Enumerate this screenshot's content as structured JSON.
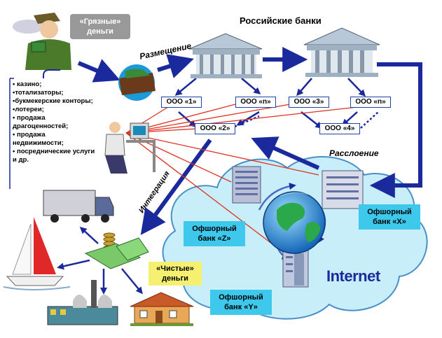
{
  "title": "Российские банки",
  "dirty_money": "«Грязные» деньги",
  "clean_money": "«Чистые» деньги",
  "placement_label": "Размещение",
  "layering_label": "Расслоение",
  "integration_label": "Интеграция",
  "internet_label": "Internet",
  "sources": [
    "• казино;",
    "•тотализаторы;",
    "•букмекерские конторы;",
    "•лотереи;",
    "• продажа драгоценностей;",
    "• продажа недвижимости;",
    "• посреднические услуги и др."
  ],
  "companies": [
    "ООО «1»",
    "ООО «n»",
    "ООО «3»",
    "ООО «n»",
    "ООО «2»",
    "ООО «4»"
  ],
  "offshore": {
    "x": "Офшорный банк «X»",
    "z": "Офшорный банк «Z»",
    "y": "Офшорный банк «Y»"
  },
  "colors": {
    "arrow_blue": "#1a2a9c",
    "cloud": "#c8eefa",
    "callout": "#3ec8ec",
    "red_line": "#e03020",
    "label_bg": "#999999"
  }
}
